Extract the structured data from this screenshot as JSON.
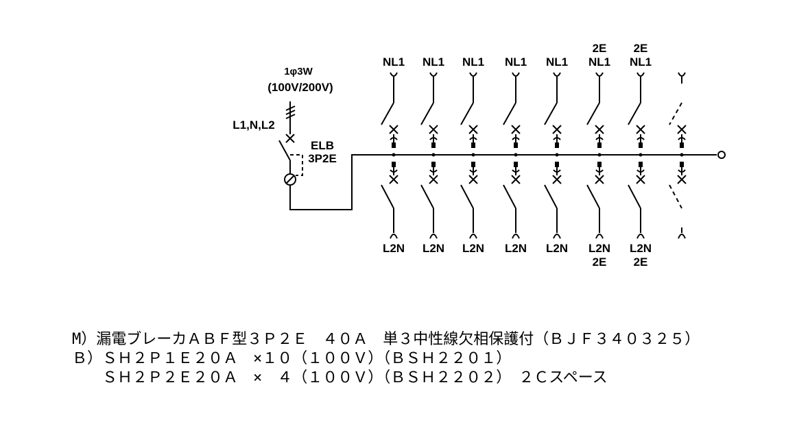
{
  "supply": {
    "phase": "1φ3W",
    "voltage": "(100V/200V)",
    "lines": "L1,N,L2"
  },
  "main_breaker": {
    "type": "ELB",
    "poles": "3P2E"
  },
  "branches_top": [
    {
      "line1": "",
      "line2": "NL1"
    },
    {
      "line1": "",
      "line2": "NL1"
    },
    {
      "line1": "",
      "line2": "NL1"
    },
    {
      "line1": "",
      "line2": "NL1"
    },
    {
      "line1": "",
      "line2": "NL1"
    },
    {
      "line1": "2E",
      "line2": "NL1"
    },
    {
      "line1": "2E",
      "line2": "NL1"
    },
    {
      "line1": "",
      "line2": ""
    }
  ],
  "branches_bottom": [
    {
      "line1": "L2N",
      "line2": ""
    },
    {
      "line1": "L2N",
      "line2": ""
    },
    {
      "line1": "L2N",
      "line2": ""
    },
    {
      "line1": "L2N",
      "line2": ""
    },
    {
      "line1": "L2N",
      "line2": ""
    },
    {
      "line1": "L2N",
      "line2": "2E"
    },
    {
      "line1": "L2N",
      "line2": "2E"
    },
    {
      "line1": "",
      "line2": ""
    }
  ],
  "spec": {
    "line1": "M）漏電ブレーカＡＢＦ型３Ｐ２Ｅ　４０Ａ　単３中性線欠相保護付（ＢＪＦ３４０３２５）",
    "line2": "Ｂ）ＳＨ２Ｐ１Ｅ２０Ａ　×１０（１００Ｖ）（ＢＳＨ２２０１）",
    "line3": "　　ＳＨ２Ｐ２Ｅ２０Ａ　×　４（１００Ｖ）（ＢＳＨ２２０２）　２Ｃスペース"
  }
}
